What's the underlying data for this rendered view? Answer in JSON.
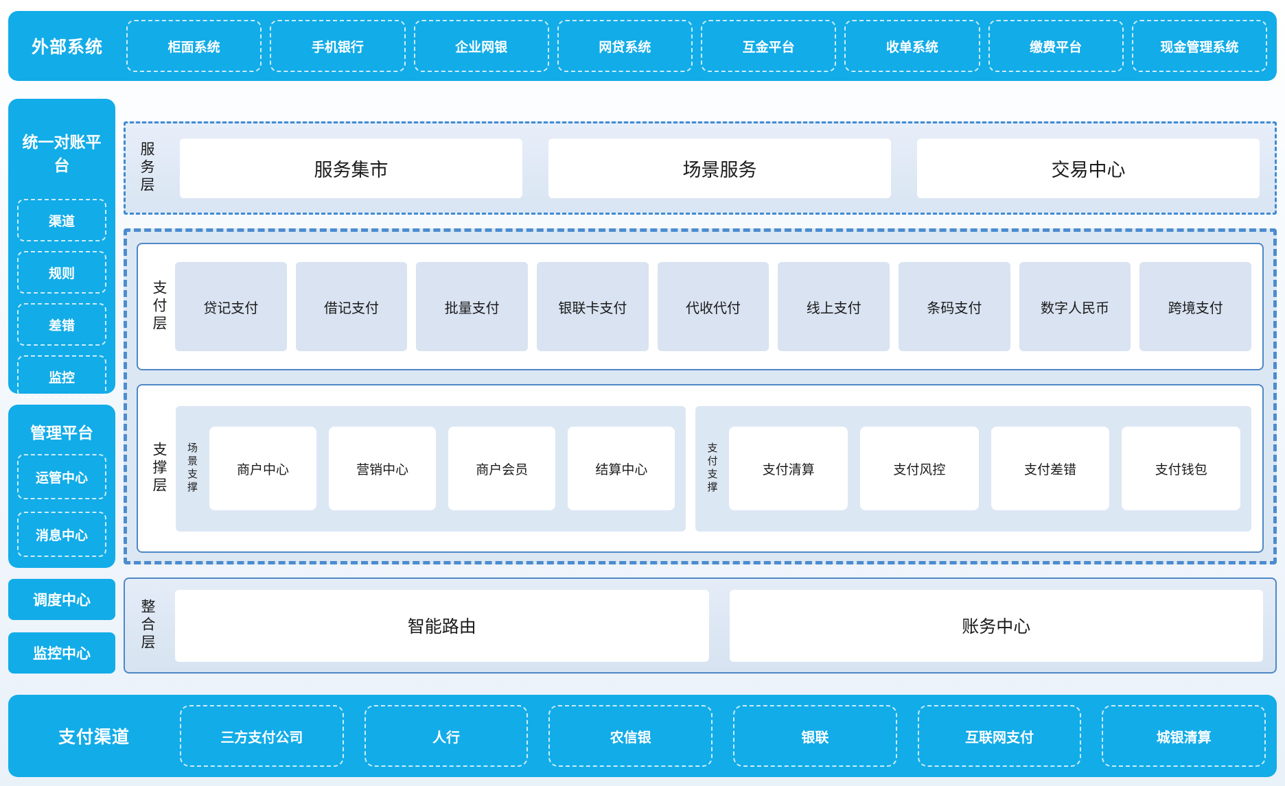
{
  "colors": {
    "brand_blue": "#12ACE8",
    "panel_light_blue": "#DCE7F4",
    "box_light_blue": "#D9E3F1",
    "solid_border_blue": "#4E87C6",
    "dashed_wrapper_blue": "#4C8CCE",
    "dashdot_border_blue": "#3F8AD2",
    "text_dark": "#1A1A1A",
    "text_white": "#FFFFFF"
  },
  "top_bar": {
    "label": "外部系统",
    "items": [
      "柜面系统",
      "手机银行",
      "企业网银",
      "网贷系统",
      "互金平台",
      "收单系统",
      "缴费平台",
      "现金管理系统"
    ]
  },
  "sidebar": {
    "recon": {
      "title": "统一对账平台",
      "items": [
        "渠道",
        "规则",
        "差错",
        "监控"
      ]
    },
    "mgmt": {
      "title": "管理平台",
      "items": [
        "运管中心",
        "消息中心"
      ]
    },
    "blocks": [
      "调度中心",
      "监控中心"
    ]
  },
  "layers": {
    "service": {
      "label": "服务层",
      "items": [
        "服务集市",
        "场景服务",
        "交易中心"
      ]
    },
    "payment": {
      "label": "支付层",
      "items": [
        "贷记支付",
        "借记支付",
        "批量支付",
        "银联卡支付",
        "代收代付",
        "线上支付",
        "条码支付",
        "数字人民币",
        "跨境支付"
      ]
    },
    "support": {
      "label": "支撑层",
      "groups": [
        {
          "label": "场景支撑",
          "items": [
            "商户中心",
            "营销中心",
            "商户会员",
            "结算中心"
          ]
        },
        {
          "label": "支付支撑",
          "items": [
            "支付清算",
            "支付风控",
            "支付差错",
            "支付钱包"
          ]
        }
      ]
    },
    "integration": {
      "label": "整合层",
      "items": [
        "智能路由",
        "账务中心"
      ]
    }
  },
  "bottom_bar": {
    "label": "支付渠道",
    "items": [
      "三方支付公司",
      "人行",
      "农信银",
      "银联",
      "互联网支付",
      "城银清算"
    ]
  }
}
